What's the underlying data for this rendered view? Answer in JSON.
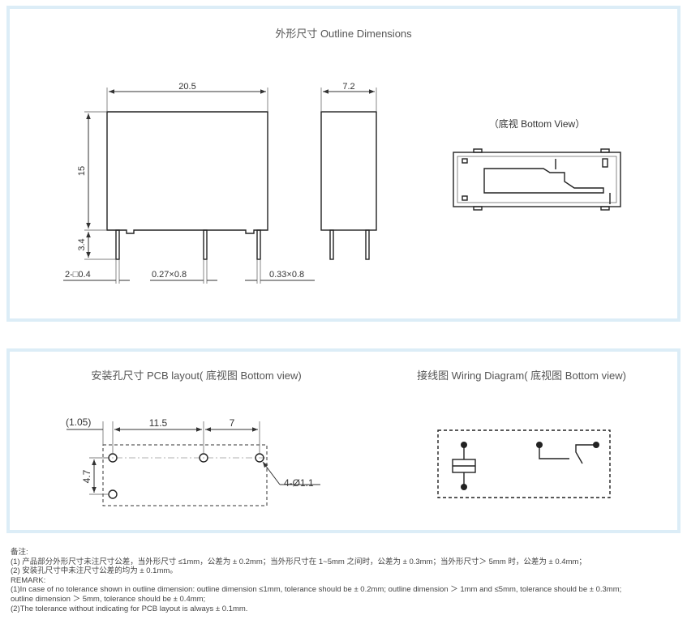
{
  "outline": {
    "title": "外形尺寸 Outline Dimensions",
    "width_dim": "20.5",
    "depth_dim": "7.2",
    "height_dim": "15",
    "pin_len_dim": "3.4",
    "pin_a": "2-□0.4",
    "pin_b": "0.27×0.8",
    "pin_c": "0.33×0.8",
    "bottom_view_label": "（底视 Bottom View）"
  },
  "pcb": {
    "title": "安装孔尺寸 PCB layout( 底视图 Bottom view)",
    "dim_offset": "(1.05)",
    "dim_a": "11.5",
    "dim_b": "7",
    "dim_v": "4.7",
    "holes": "4-Ø1.1"
  },
  "wiring": {
    "title": "接线图 Wiring Diagram( 底视图 Bottom view)"
  },
  "notes": {
    "line1": "备注:",
    "line2": "(1) 产品部分外形尺寸未注尺寸公差，当外形尺寸 ≤1mm，公差为 ± 0.2mm；当外形尺寸在 1~5mm 之间时，公差为 ± 0.3mm；当外形尺寸＞ 5mm 时，公差为 ± 0.4mm；",
    "line3": "(2) 安装孔尺寸中未注尺寸公差的均为 ± 0.1mm。",
    "line4": "REMARK:",
    "line5": "(1)In case of no tolerance shown in outline dimension: outline dimension ≤1mm, tolerance should be  ± 0.2mm; outline dimension ＞ 1mm and ≤5mm, tolerance should be  ± 0.3mm;",
    "line6": "outline dimension ＞ 5mm, tolerance should be  ± 0.4mm;",
    "line7": "(2)The tolerance without indicating for PCB layout is always  ± 0.1mm."
  }
}
